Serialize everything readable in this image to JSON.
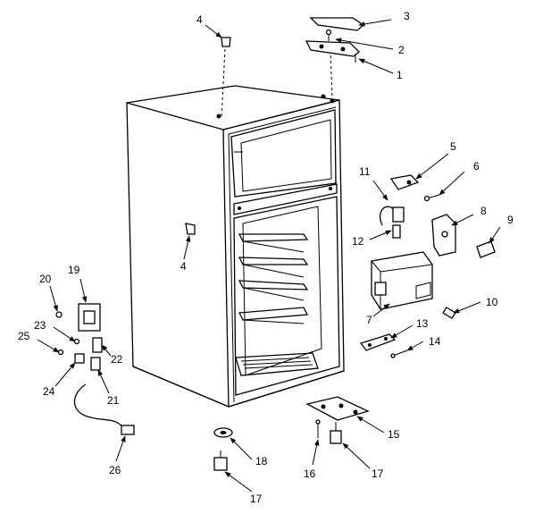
{
  "callouts": {
    "c1": "1",
    "c2": "2",
    "c3": "3",
    "c4a": "4",
    "c4b": "4",
    "c5": "5",
    "c6": "6",
    "c7": "7",
    "c8": "8",
    "c9": "9",
    "c10": "10",
    "c11": "11",
    "c12": "12",
    "c13": "13",
    "c14": "14",
    "c15": "15",
    "c16": "16",
    "c17a": "17",
    "c17b": "17",
    "c18": "18",
    "c19": "19",
    "c20": "20",
    "c21": "21",
    "c22": "22",
    "c23": "23",
    "c24": "24",
    "c25": "25",
    "c26": "26"
  }
}
